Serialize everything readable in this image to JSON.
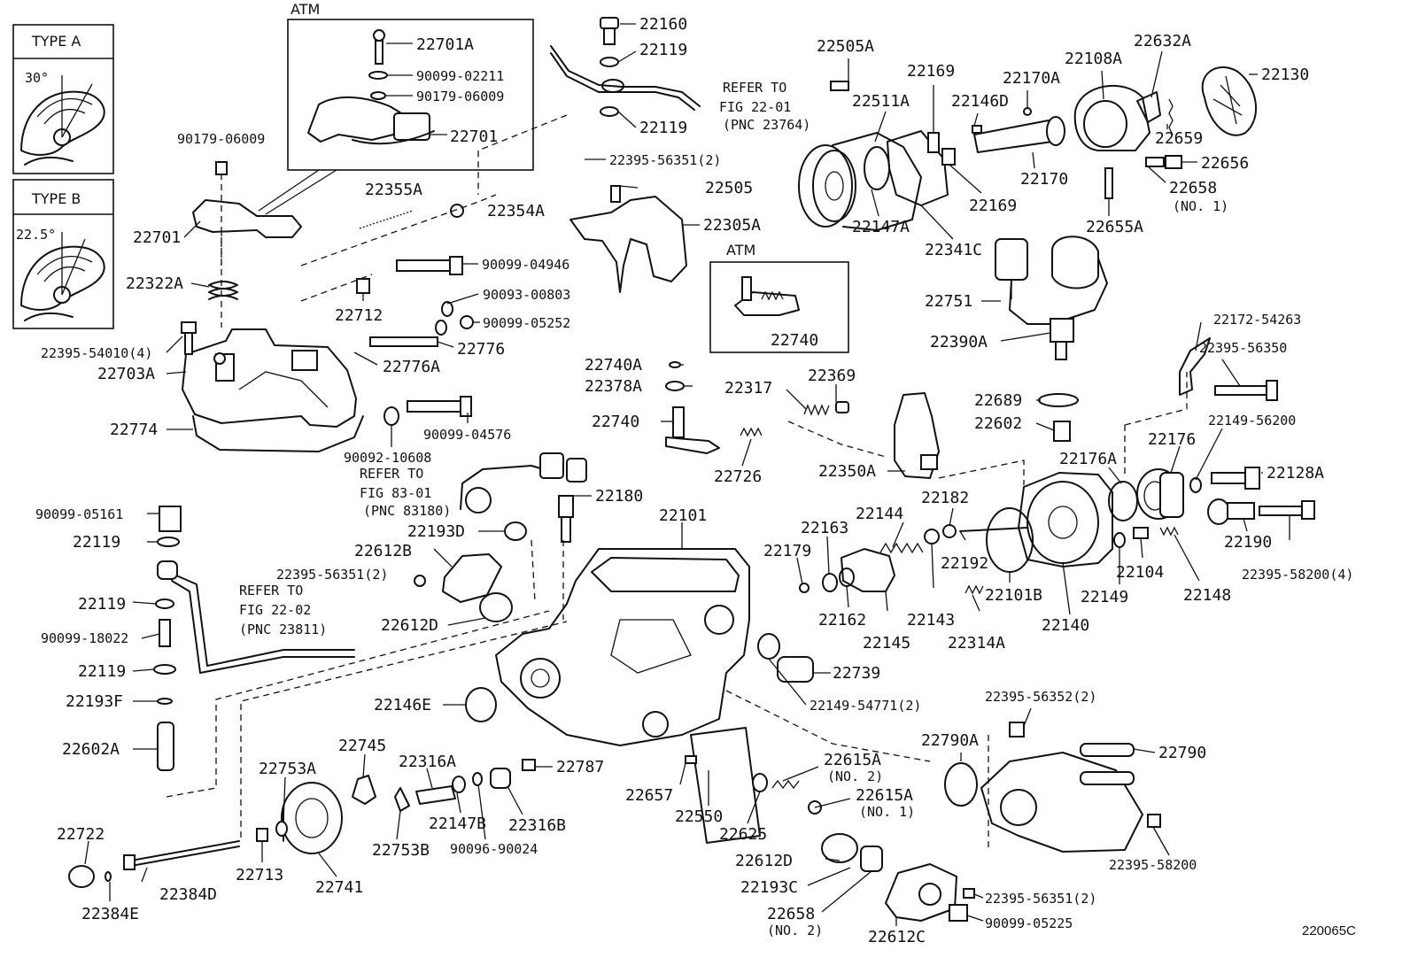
{
  "diagram": {
    "insets": {
      "type_a": {
        "title": "TYPE A",
        "angle": "30°"
      },
      "type_b": {
        "title": "TYPE B",
        "angle": "22.5°"
      },
      "atm_top": {
        "title": "ATM"
      },
      "atm_mid": {
        "title": "ATM"
      }
    },
    "references": [
      {
        "id": "ref1",
        "lines": [
          "REFER TO",
          "FIG 22-01",
          "(PNC 23764)"
        ]
      },
      {
        "id": "ref2",
        "lines": [
          "REFER TO",
          "FIG 83-01",
          "(PNC 83180)"
        ]
      },
      {
        "id": "ref3",
        "lines": [
          "REFER TO",
          "FIG 22-02",
          "(PNC 23811)"
        ]
      }
    ],
    "labels": [
      {
        "text": "22701A"
      },
      {
        "text": "90099-02211"
      },
      {
        "text": "90179-06009"
      },
      {
        "text": "22701"
      },
      {
        "text": "90179-06009"
      },
      {
        "text": "22701"
      },
      {
        "text": "22322A"
      },
      {
        "text": "22395-54010(4)"
      },
      {
        "text": "22703A"
      },
      {
        "text": "22774"
      },
      {
        "text": "22355A"
      },
      {
        "text": "22354A"
      },
      {
        "text": "90099-04946"
      },
      {
        "text": "22712"
      },
      {
        "text": "90093-00803"
      },
      {
        "text": "90099-05252"
      },
      {
        "text": "22776"
      },
      {
        "text": "22776A"
      },
      {
        "text": "90099-04576"
      },
      {
        "text": "90092-10608"
      },
      {
        "text": "22160"
      },
      {
        "text": "22119"
      },
      {
        "text": "22119"
      },
      {
        "text": "22395-56351(2)"
      },
      {
        "text": "22505"
      },
      {
        "text": "22305A"
      },
      {
        "text": "22740"
      },
      {
        "text": "22740A"
      },
      {
        "text": "22378A"
      },
      {
        "text": "22740"
      },
      {
        "text": "22317"
      },
      {
        "text": "22369"
      },
      {
        "text": "22726"
      },
      {
        "text": "22180"
      },
      {
        "text": "22193D"
      },
      {
        "text": "22101"
      },
      {
        "text": "22612B"
      },
      {
        "text": "22395-56351(2)"
      },
      {
        "text": "22612D"
      },
      {
        "text": "90099-05161"
      },
      {
        "text": "22119"
      },
      {
        "text": "22119"
      },
      {
        "text": "90099-18022"
      },
      {
        "text": "22119"
      },
      {
        "text": "22193F"
      },
      {
        "text": "22602A"
      },
      {
        "text": "22146E"
      },
      {
        "text": "22739"
      },
      {
        "text": "22149-54771(2)"
      },
      {
        "text": "22745"
      },
      {
        "text": "22753A"
      },
      {
        "text": "22316A"
      },
      {
        "text": "22787"
      },
      {
        "text": "22147B"
      },
      {
        "text": "22316B"
      },
      {
        "text": "90096-90024"
      },
      {
        "text": "22753B"
      },
      {
        "text": "22713"
      },
      {
        "text": "22741"
      },
      {
        "text": "22722"
      },
      {
        "text": "22384D"
      },
      {
        "text": "22384E"
      },
      {
        "text": "22657"
      },
      {
        "text": "22550"
      },
      {
        "text": "22625"
      },
      {
        "text": "22615A"
      },
      {
        "text": "(NO. 2)"
      },
      {
        "text": "22615A"
      },
      {
        "text": "(NO. 1)"
      },
      {
        "text": "22612D"
      },
      {
        "text": "22193C"
      },
      {
        "text": "22658"
      },
      {
        "text": "(NO. 2)"
      },
      {
        "text": "22612C"
      },
      {
        "text": "22395-56351(2)"
      },
      {
        "text": "90099-05225"
      },
      {
        "text": "22790A"
      },
      {
        "text": "22395-56352(2)"
      },
      {
        "text": "22790"
      },
      {
        "text": "22395-58200"
      },
      {
        "text": "22505A"
      },
      {
        "text": "22511A"
      },
      {
        "text": "22169"
      },
      {
        "text": "22146D"
      },
      {
        "text": "22170A"
      },
      {
        "text": "22108A"
      },
      {
        "text": "22632A"
      },
      {
        "text": "22130"
      },
      {
        "text": "22659"
      },
      {
        "text": "22656"
      },
      {
        "text": "22658"
      },
      {
        "text": "(NO. 1)"
      },
      {
        "text": "22655A"
      },
      {
        "text": "22170"
      },
      {
        "text": "22169"
      },
      {
        "text": "22147A"
      },
      {
        "text": "22341C"
      },
      {
        "text": "22751"
      },
      {
        "text": "22390A"
      },
      {
        "text": "22172-54263"
      },
      {
        "text": "22395-56350"
      },
      {
        "text": "22689"
      },
      {
        "text": "22602"
      },
      {
        "text": "22149-56200"
      },
      {
        "text": "22176"
      },
      {
        "text": "22176A"
      },
      {
        "text": "22128A"
      },
      {
        "text": "22190"
      },
      {
        "text": "22395-58200(4)"
      },
      {
        "text": "22350A"
      },
      {
        "text": "22182"
      },
      {
        "text": "22144"
      },
      {
        "text": "22163"
      },
      {
        "text": "22179"
      },
      {
        "text": "22162"
      },
      {
        "text": "22145"
      },
      {
        "text": "22143"
      },
      {
        "text": "22192"
      },
      {
        "text": "22314A"
      },
      {
        "text": "22101B"
      },
      {
        "text": "22140"
      },
      {
        "text": "22149"
      },
      {
        "text": "22104"
      },
      {
        "text": "22148"
      }
    ],
    "figure_code": "220065C"
  }
}
